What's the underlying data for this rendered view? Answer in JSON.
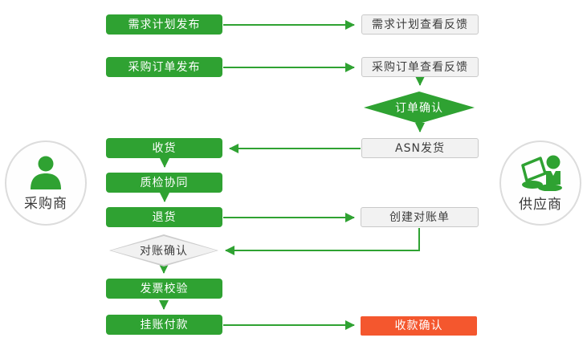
{
  "colors": {
    "process_green": "#2fa232",
    "terminal_red": "#f4572e",
    "box_gray_fill": "#f2f2f2",
    "box_gray_border": "#c9c9c9",
    "text_dark": "#3d3d3d",
    "connector_green": "#2fa232"
  },
  "actors": {
    "buyer": {
      "label": "采购商",
      "icon": "person-icon"
    },
    "supplier": {
      "label": "供应商",
      "icon": "person-laptop-icon"
    }
  },
  "flow": {
    "buyer_nodes": [
      {
        "label": "需求计划发布",
        "type": "process-green"
      },
      {
        "label": "采购订单发布",
        "type": "process-green"
      },
      {
        "label": "收货",
        "type": "process-green"
      },
      {
        "label": "质检协同",
        "type": "process-green"
      },
      {
        "label": "退货",
        "type": "process-green"
      },
      {
        "label": "对账确认",
        "type": "decision-gray"
      },
      {
        "label": "发票校验",
        "type": "process-green"
      },
      {
        "label": "挂账付款",
        "type": "process-green"
      }
    ],
    "supplier_nodes": [
      {
        "label": "需求计划查看反馈",
        "type": "process-gray"
      },
      {
        "label": "采购订单查看反馈",
        "type": "process-gray"
      },
      {
        "label": "订单确认",
        "type": "decision-green"
      },
      {
        "label": "ASN发货",
        "type": "process-gray"
      },
      {
        "label": "创建对账单",
        "type": "process-gray"
      },
      {
        "label": "收款确认",
        "type": "terminal-red"
      }
    ],
    "edges": [
      "需求计划发布 → 需求计划查看反馈",
      "采购订单发布 → 采购订单查看反馈",
      "采购订单查看反馈 → 订单确认",
      "订单确认 → ASN发货",
      "ASN发货 → 收货",
      "收货 → 质检协同",
      "质检协同 → 退货",
      "退货 → 创建对账单",
      "创建对账单 → 对账确认",
      "对账确认 → 发票校验",
      "发票校验 → 挂账付款",
      "挂账付款 → 收款确认"
    ]
  }
}
